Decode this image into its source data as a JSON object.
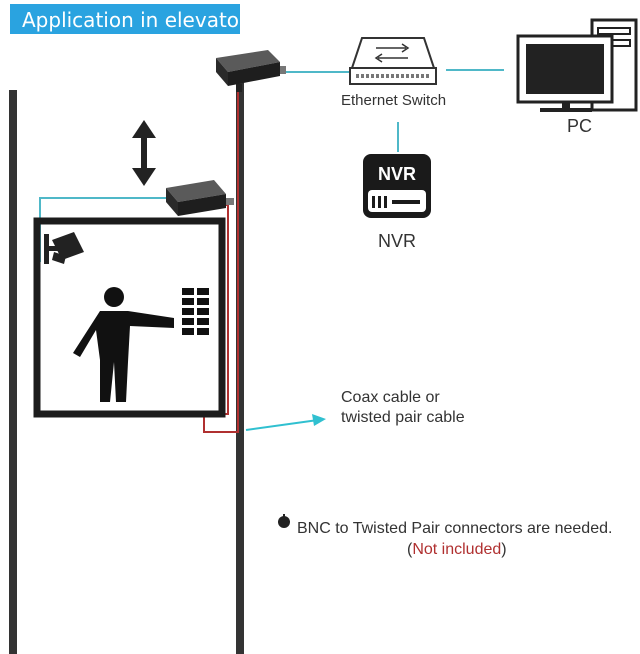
{
  "title": "Application in elevator",
  "devices": {
    "switch_label": "Ethernet Switch",
    "pc_label": "PC",
    "nvr_label": "NVR",
    "nvr_badge": "NVR"
  },
  "cable_label": {
    "line1": "Coax cable or",
    "line2": "twisted pair cable"
  },
  "note": {
    "text": "BNC to Twisted Pair connectors are needed.",
    "open_paren": "(",
    "not_included": "Not included",
    "close_paren": ")"
  },
  "colors": {
    "title_bg": "#2aa3e0",
    "network_line": "#4fb8c8",
    "coax_red": "#b03030",
    "arrow_cyan": "#30c0d0"
  }
}
